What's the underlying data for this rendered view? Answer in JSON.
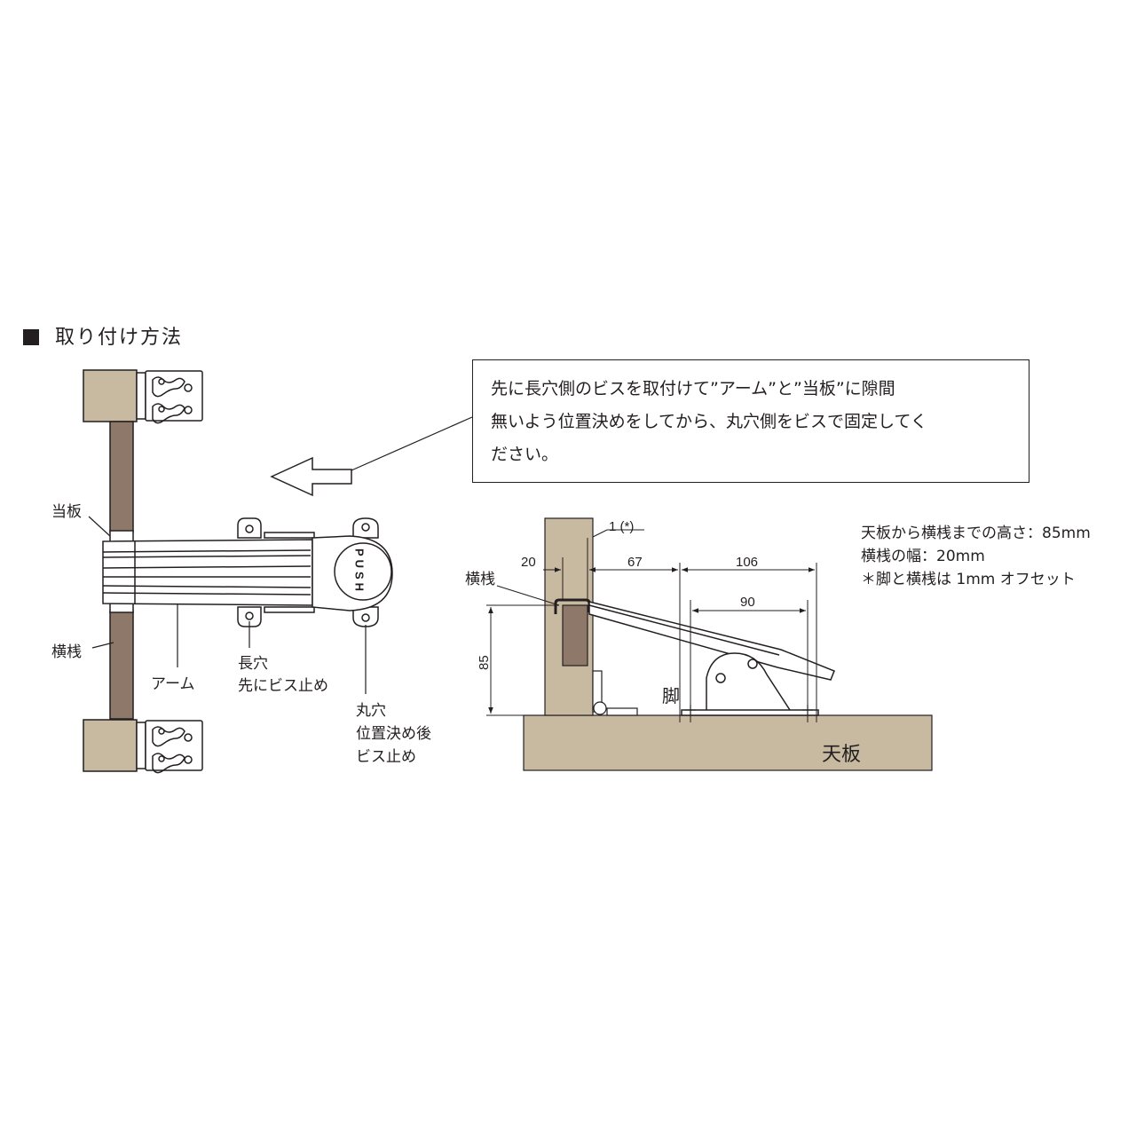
{
  "heading": {
    "title": "取り付け方法"
  },
  "note": {
    "lines": [
      "先に長穴側のビスを取付けて”アーム”と”当板”に隙間",
      "無いよう位置決めをしてから、丸穴側をビスで固定してく",
      "ださい。"
    ]
  },
  "front_view": {
    "label_ateita": "当板",
    "label_yokosan": "横桟",
    "label_arm": "アーム",
    "label_nagaana": "長穴",
    "label_nagaana_note": "先にビス止め",
    "label_maruana": "丸穴",
    "label_maruana_note1": "位置決め後",
    "label_maruana_note2": "ビス止め",
    "push_text": "PUSH"
  },
  "side_view": {
    "label_yokosan": "横桟",
    "label_ashi": "脚",
    "label_tenban": "天板",
    "dim_20": "20",
    "dim_1": "1 (*)",
    "dim_67": "67",
    "dim_106": "106",
    "dim_90": "90",
    "dim_85": "85"
  },
  "specs": {
    "line1": "天板から横桟までの高さ：85mm",
    "line2": "横桟の幅：20mm",
    "line3": "＊脚と横桟は 1mm オフセット"
  },
  "colors": {
    "wood": "#c8baa0",
    "bar": "#8e7869",
    "line": "#231f20"
  }
}
